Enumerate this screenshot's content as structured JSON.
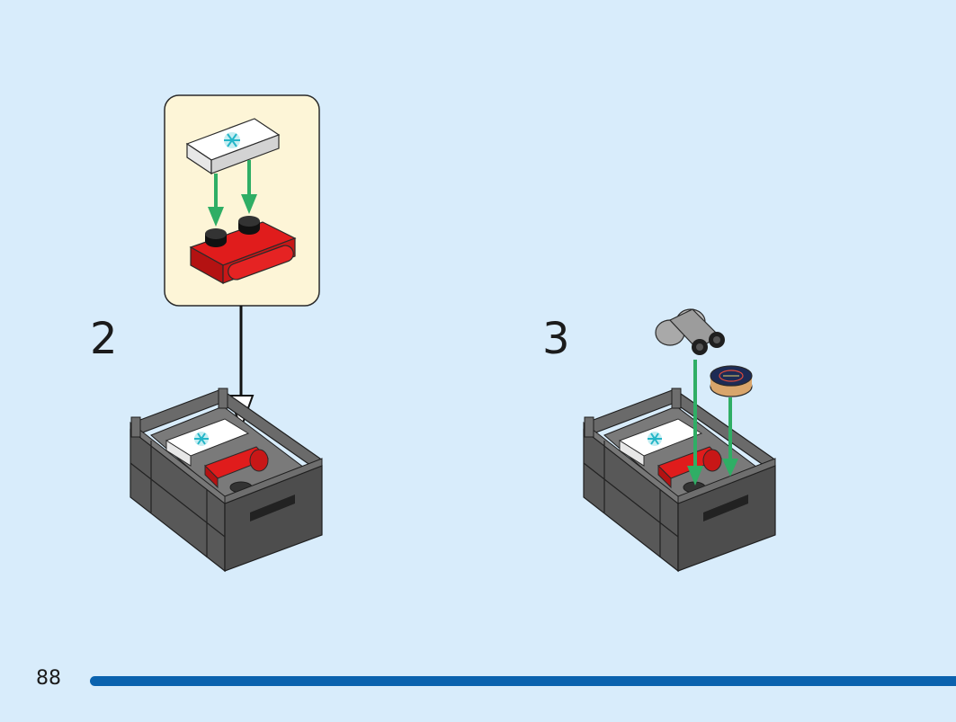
{
  "steps": [
    {
      "number": "2"
    },
    {
      "number": "3"
    }
  ],
  "page": {
    "number": "88"
  },
  "colors": {
    "background": "#d8ecfb",
    "callout_background": "#fdf5d7",
    "arrow_green": "#2fae65",
    "brick_red": "#e01c1c",
    "crate_gray": "#5a5a5a",
    "progress_blue": "#0a62ae"
  },
  "icons": {
    "snowflake": "snowflake-print-icon",
    "binoculars": "binoculars-icon",
    "compass": "compass-icon"
  }
}
